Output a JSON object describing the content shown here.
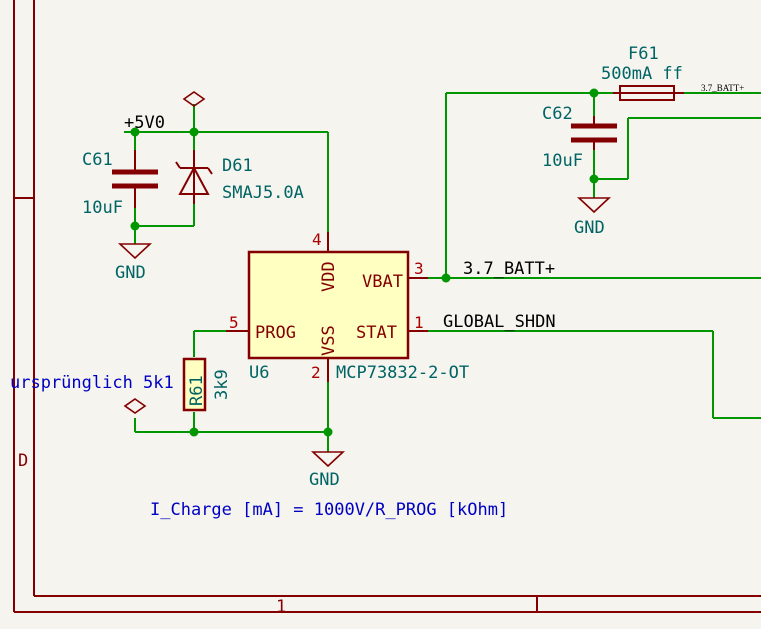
{
  "frame": {
    "zone_letter": "D",
    "column_number": "1"
  },
  "power": {
    "plus5v": "+5V0",
    "gnd_c61": "GND",
    "gnd_u6": "GND",
    "gnd_c62": "GND"
  },
  "components": {
    "c61": {
      "ref": "C61",
      "value": "10uF"
    },
    "d61": {
      "ref": "D61",
      "value": "SMAJ5.0A"
    },
    "c62": {
      "ref": "C62",
      "value": "10uF"
    },
    "f61": {
      "ref": "F61",
      "value": "500mA ff"
    },
    "r61": {
      "ref": "R61",
      "value": "3k9",
      "note": "ursprünglich 5k1"
    },
    "u6": {
      "ref": "U6",
      "value": "MCP73832-2-OT",
      "pins": {
        "vdd": {
          "name": "VDD",
          "num": "4"
        },
        "vbat": {
          "name": "VBAT",
          "num": "3"
        },
        "prog": {
          "name": "PROG",
          "num": "5"
        },
        "vss": {
          "name": "VSS",
          "num": "2"
        },
        "stat": {
          "name": "STAT",
          "num": "1"
        }
      }
    }
  },
  "nets": {
    "batt": "3.7_BATT+",
    "batt_small": "3.7_BATT+",
    "shdn": "GLOBAL_SHDN"
  },
  "annotation": "I_Charge [mA] = 1000V/R_PROG [kOhm]"
}
